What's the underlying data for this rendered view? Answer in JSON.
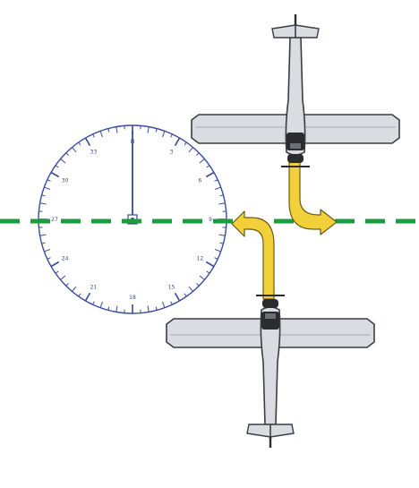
{
  "colors": {
    "background": "#ffffff",
    "line": "#1f9a3f",
    "compass": "#3b4a9a",
    "arrow_fill": "#f2d03a",
    "arrow_stroke": "#6b5a14",
    "airplane_body": "#d9dce0",
    "airplane_outline": "#3a3d42",
    "airplane_dark": "#2a2c30"
  },
  "compass": {
    "labels": [
      "3",
      "6",
      "9",
      "12",
      "15",
      "18",
      "21",
      "24",
      "27",
      "30",
      "33",
      "N"
    ]
  },
  "icons": {
    "compass": "compass-rose-icon",
    "airplane_top": "airplane-icon",
    "airplane_bottom": "airplane-icon",
    "arrow_top": "turn-arrow-icon",
    "arrow_bottom": "turn-arrow-icon"
  }
}
